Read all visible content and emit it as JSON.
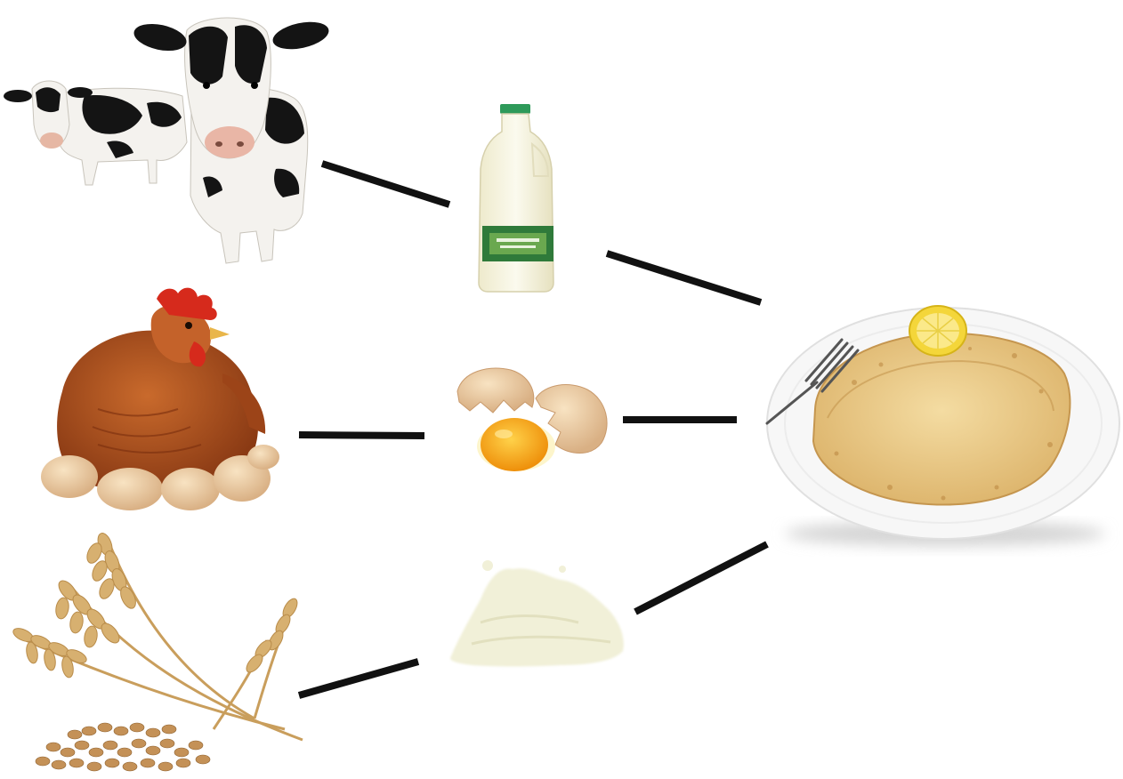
{
  "diagram": {
    "kind": "food-chain",
    "nodes": [
      {
        "id": "cows",
        "icon": "cow-icon",
        "stage": "source"
      },
      {
        "id": "milk",
        "icon": "milk-bottle-icon",
        "stage": "ingredient"
      },
      {
        "id": "hen",
        "icon": "hen-icon",
        "stage": "source"
      },
      {
        "id": "egg",
        "icon": "cracked-egg-icon",
        "stage": "ingredient"
      },
      {
        "id": "wheat",
        "icon": "wheat-icon",
        "stage": "source"
      },
      {
        "id": "flour",
        "icon": "flour-pile-icon",
        "stage": "ingredient"
      },
      {
        "id": "pancake",
        "icon": "pancake-plate-icon",
        "stage": "product"
      }
    ],
    "edges": [
      {
        "from": "cows",
        "to": "milk"
      },
      {
        "from": "milk",
        "to": "pancake"
      },
      {
        "from": "hen",
        "to": "egg"
      },
      {
        "from": "egg",
        "to": "pancake"
      },
      {
        "from": "wheat",
        "to": "flour"
      },
      {
        "from": "flour",
        "to": "pancake"
      }
    ],
    "colors": {
      "connector": "#111111",
      "cow_white": "#f4f2ee",
      "cow_black": "#141414",
      "milk_cap": "#2e9a5a",
      "milk_label": "#2f7a3a",
      "hen_body": "#b2531f",
      "comb": "#d62a1c",
      "egg_shell": "#e9cba4",
      "yolk": "#f3a616",
      "wheat": "#d7b070",
      "grain": "#c49157",
      "flour": "#f1f0d8",
      "plate": "#f7f7f7",
      "pancake": "#eccf8d",
      "lemon": "#f4d63a"
    }
  }
}
